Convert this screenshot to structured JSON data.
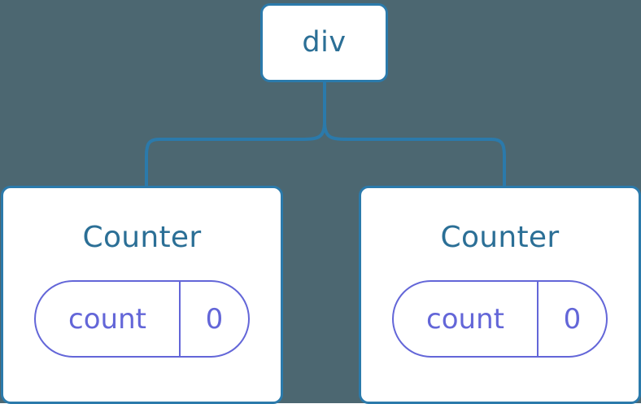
{
  "canvas": {
    "background_color": "#4c6771",
    "node_border_color": "#2b7aab",
    "node_fill_color": "#ffffff",
    "node_title_color": "#2b6f96",
    "state_pill_color": "#6366d8",
    "connector_color": "#2b7aab"
  },
  "tree": {
    "root": {
      "label": "div"
    },
    "children": [
      {
        "label": "Counter",
        "state": {
          "key": "count",
          "value": "0"
        }
      },
      {
        "label": "Counter",
        "state": {
          "key": "count",
          "value": "0"
        }
      }
    ]
  }
}
